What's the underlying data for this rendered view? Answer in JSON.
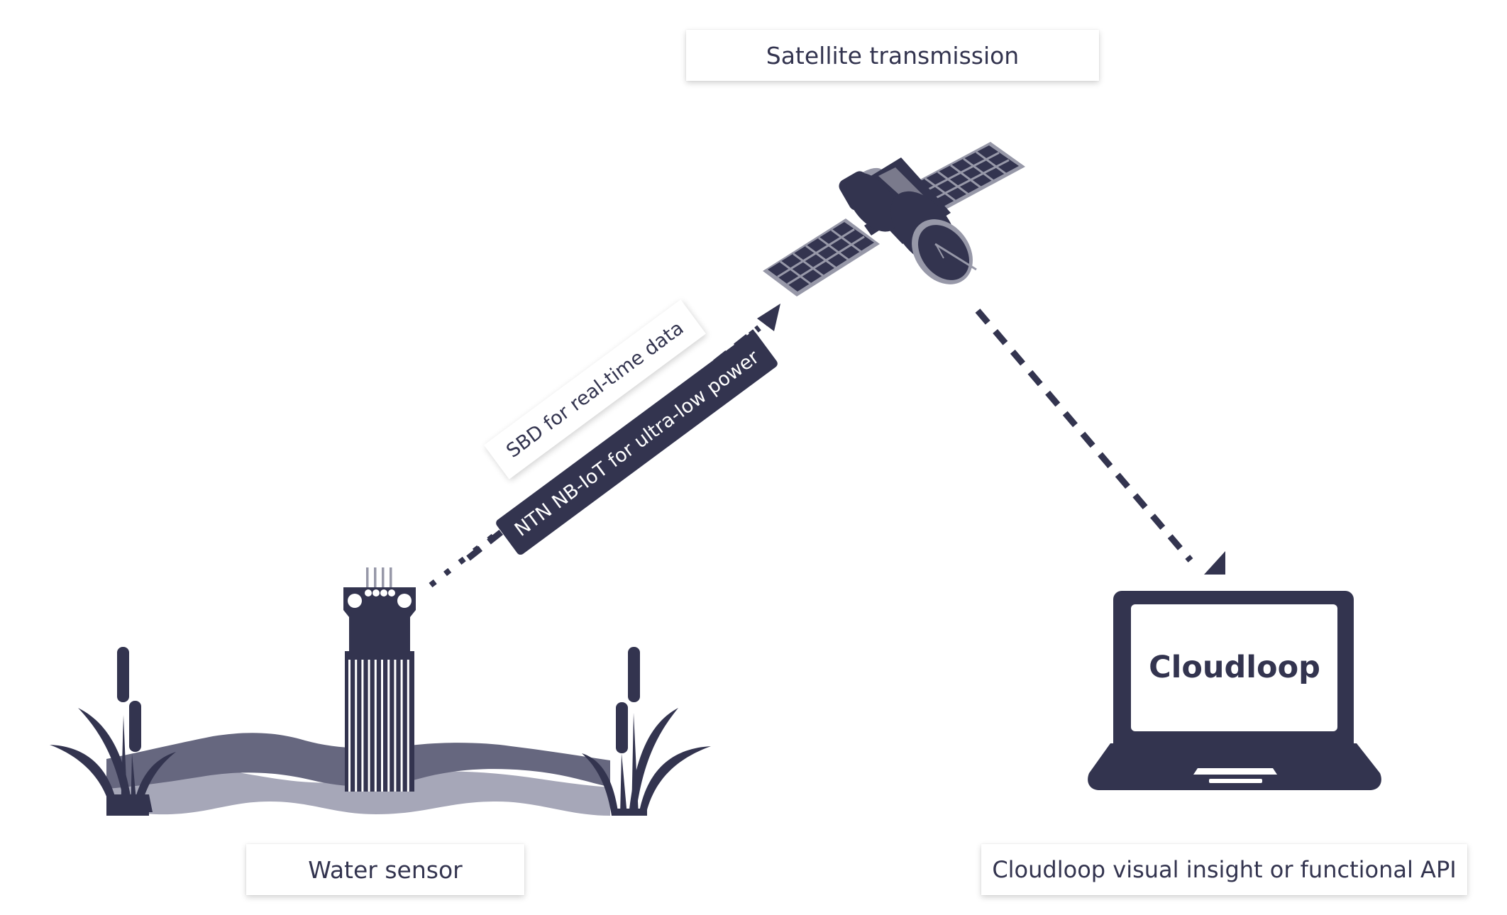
{
  "labels": {
    "satellite": "Satellite transmission",
    "sensor": "Water sensor",
    "cloud": "Cloudloop visual insight or functional API"
  },
  "links": {
    "sbd": "SBD for real-time data",
    "ntn": "NTN NB-IoT for ultra-low power"
  },
  "laptop": {
    "screen_text": "Cloudloop"
  },
  "colors": {
    "primary": "#33344f",
    "water_dark": "#66677f",
    "water_light": "#a6a7b8",
    "panel_grey": "#9798a8",
    "background": "#ffffff"
  }
}
